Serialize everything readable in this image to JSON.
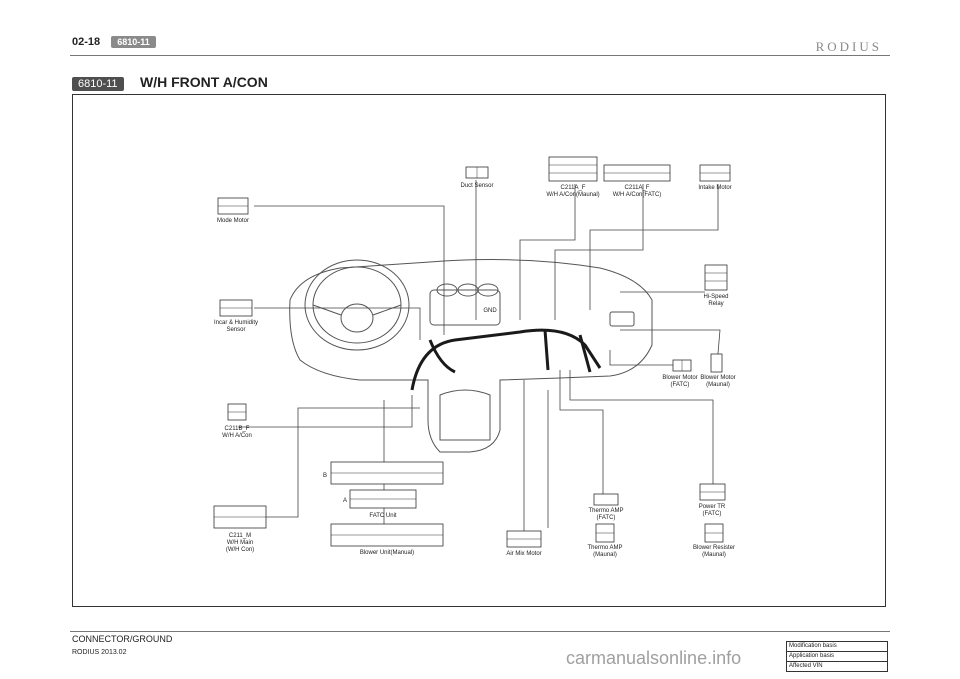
{
  "header": {
    "page_number": "02-18",
    "section_tag": "6810-11",
    "brand": "RODIUS"
  },
  "title": {
    "code": "6810-11",
    "text": "W/H FRONT A/CON"
  },
  "labels": {
    "duct_sensor": "Duct Sensor",
    "c211a_manual_1": "C211A_F",
    "c211a_manual_2": "W/H A/Con(Maunal)",
    "c211a_fatc_1": "C211A_F",
    "c211a_fatc_2": "W/H A/Con(FATC)",
    "intake_motor": "Intake Motor",
    "mode_motor": "Mode Motor",
    "hi_speed_1": "Hi-Speed",
    "hi_speed_2": "Relay",
    "incar_1": "Incar & Humidity",
    "incar_2": "Sensor",
    "gnd": "GND",
    "blower_fatc_1": "Blower Motor",
    "blower_fatc_2": "(FATC)",
    "blower_manual_1": "Blower Motor",
    "blower_manual_2": "(Maunal)",
    "c211b_1": "C211B_F",
    "c211b_2": "W/H A/Con",
    "fatc_b": "B",
    "fatc_a": "A",
    "fatc_unit": "FATC Unit",
    "thermo_fatc_1": "Thermo AMP",
    "thermo_fatc_2": "(FATC)",
    "power_tr_1": "Power TR",
    "power_tr_2": "(FATC)",
    "c211m_1": "C211_M",
    "c211m_2": "W/H Main",
    "c211m_3": "(W/H Con)",
    "blower_unit": "Blower Unit(Manual)",
    "air_mix": "Air Mix Motor",
    "thermo_manual_1": "Thermo AMP",
    "thermo_manual_2": "(Maunal)",
    "blower_resister_1": "Blower Resister",
    "blower_resister_2": "(Maunal)"
  },
  "footer": {
    "section": "CONNECTOR/GROUND",
    "edition": "RODIUS 2013.02",
    "stamp_1": "Modification basis",
    "stamp_2": "Application basis",
    "stamp_3": "Affected VIN"
  },
  "watermark": "carmanualsonline.info"
}
